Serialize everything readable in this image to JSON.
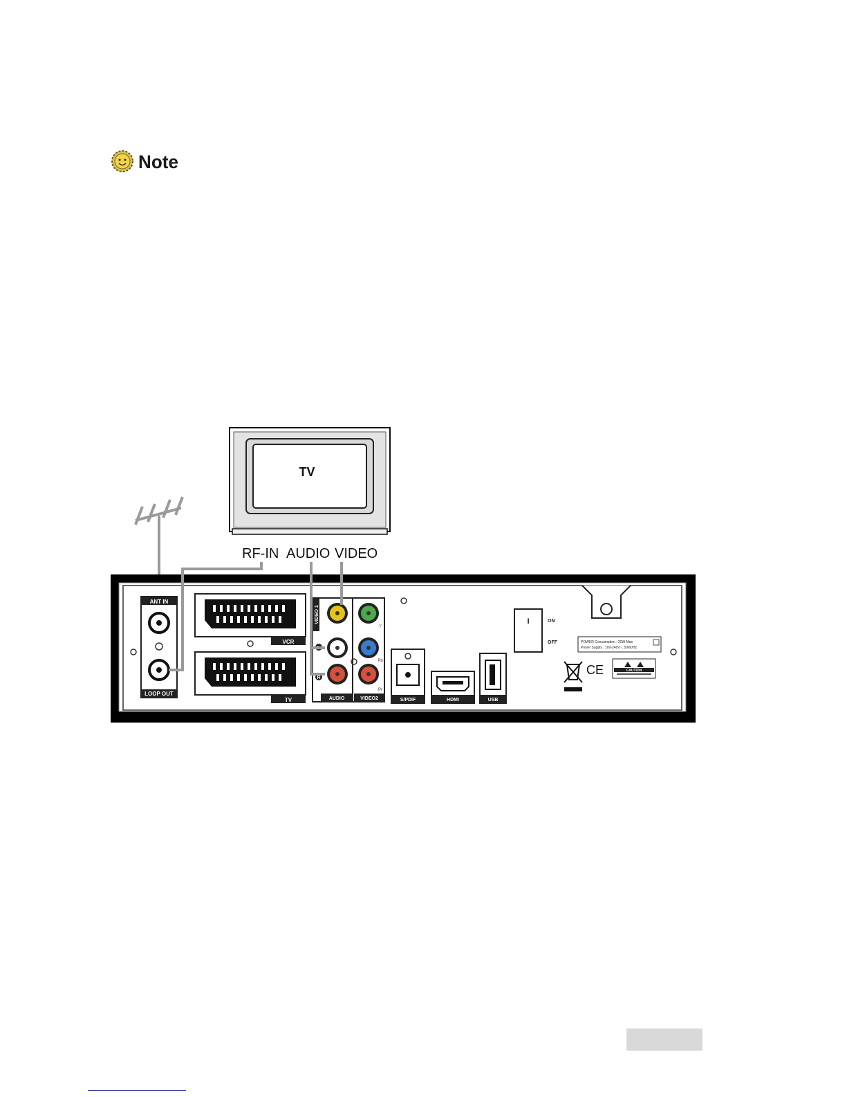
{
  "note": {
    "label": "Note",
    "icon": "smiley-sun-icon"
  },
  "diagram": {
    "tv_label": "TV",
    "cable_labels": {
      "rf_in": "RF-IN",
      "audio": "AUDIO",
      "video": "VIDEO"
    },
    "panel": {
      "ant_in": "ANT IN",
      "loop_out": "LOOP OUT",
      "scart_vcr": "VCR",
      "scart_tv": "TV",
      "video1": "VIDEO 1",
      "audio": "AUDIO",
      "video2": "VIDEO2",
      "pb": "Pb",
      "pr": "Pr",
      "y": "Y",
      "l": "L",
      "r": "R",
      "spdif": "S/PDIF",
      "hdmi": "HDMI",
      "usb": "USB",
      "on": "ON",
      "off": "OFF",
      "switch_mark": "I",
      "power_consumption": "POWER Consumption : 20W Max",
      "power_supply": "Power Supply : 100-240V~, 50/60Hz",
      "caution": "CAUTION",
      "ce": "CE"
    }
  },
  "colors": {
    "rca_yellow": "#e8c21a",
    "rca_green": "#4caa4c",
    "rca_blue": "#3a7ccc",
    "rca_red": "#d9503a",
    "panel_black": "#000000",
    "cable_gray": "#9a9a9a",
    "page_tab": "#d9d9d9",
    "footer_rule": "#3a3aa0"
  }
}
